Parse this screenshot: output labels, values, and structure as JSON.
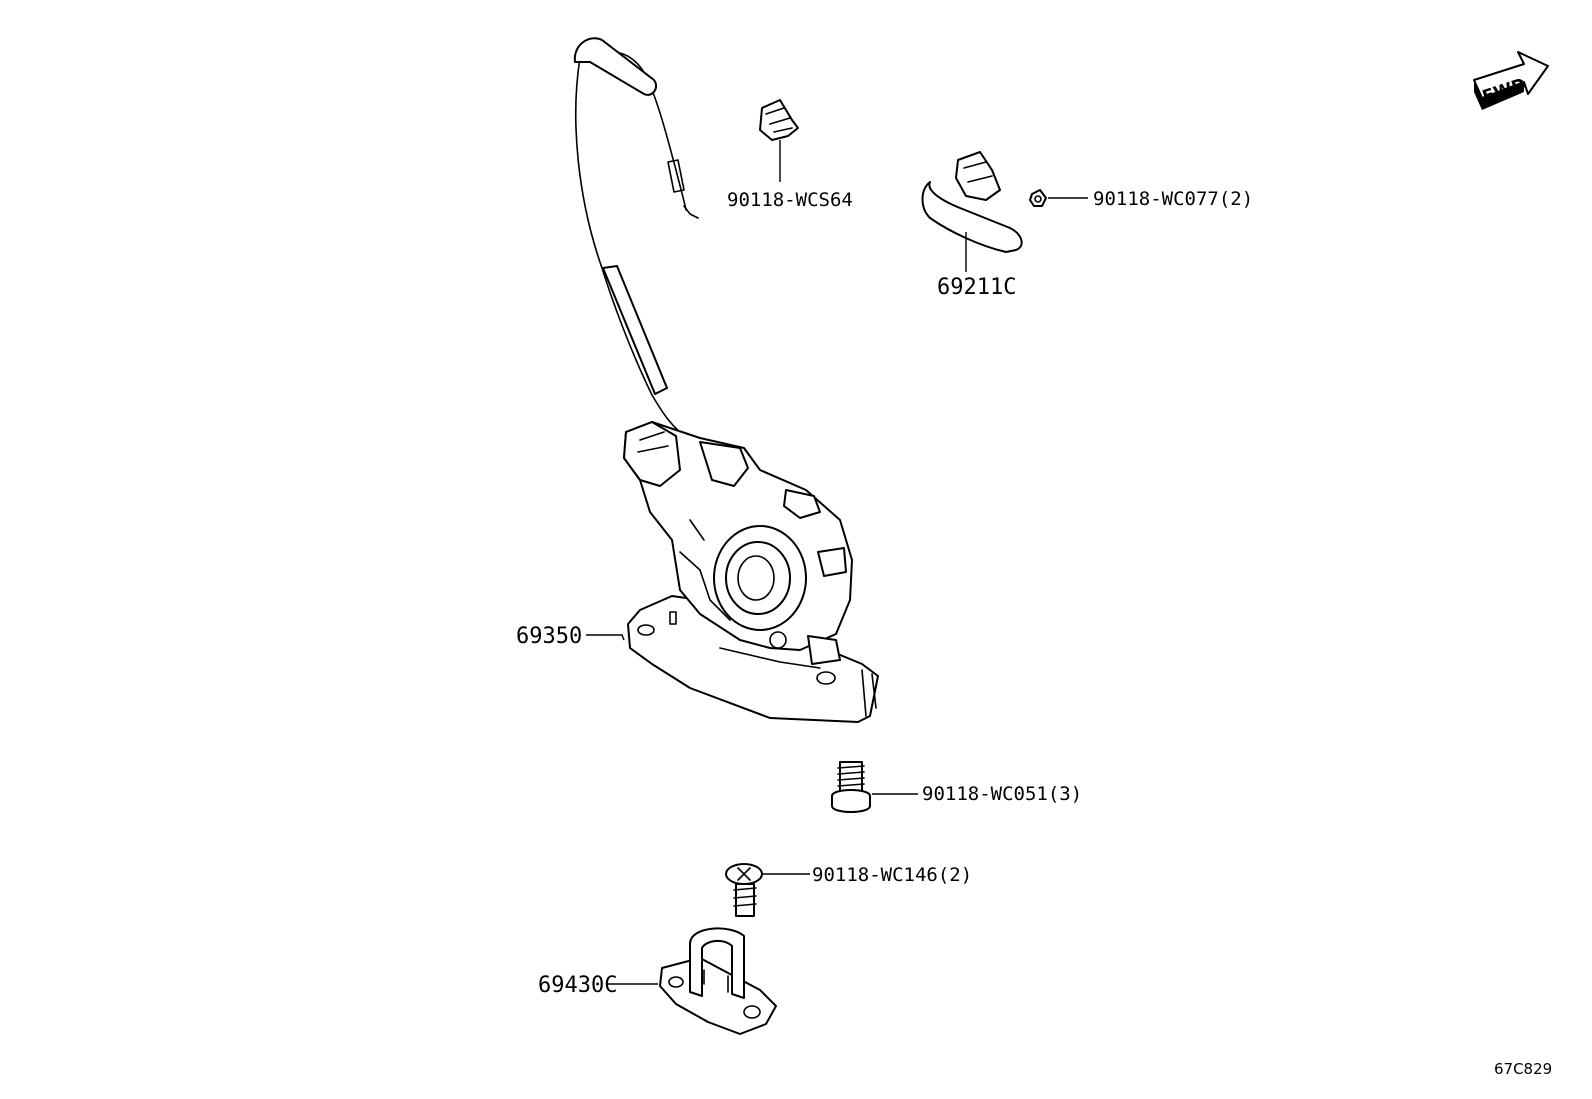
{
  "fwd_label": "FWD",
  "diagram_code": "67C829",
  "callouts": {
    "clip_top": "90118-WCS64",
    "handle": "69211C",
    "nut": "90118-WC077(2)",
    "lock_assembly": "69350",
    "bolt": "90118-WC051(3)",
    "screw": "90118-WC146(2)",
    "striker": "69430C"
  },
  "icons": {
    "fwd": "fwd-arrow-icon"
  }
}
